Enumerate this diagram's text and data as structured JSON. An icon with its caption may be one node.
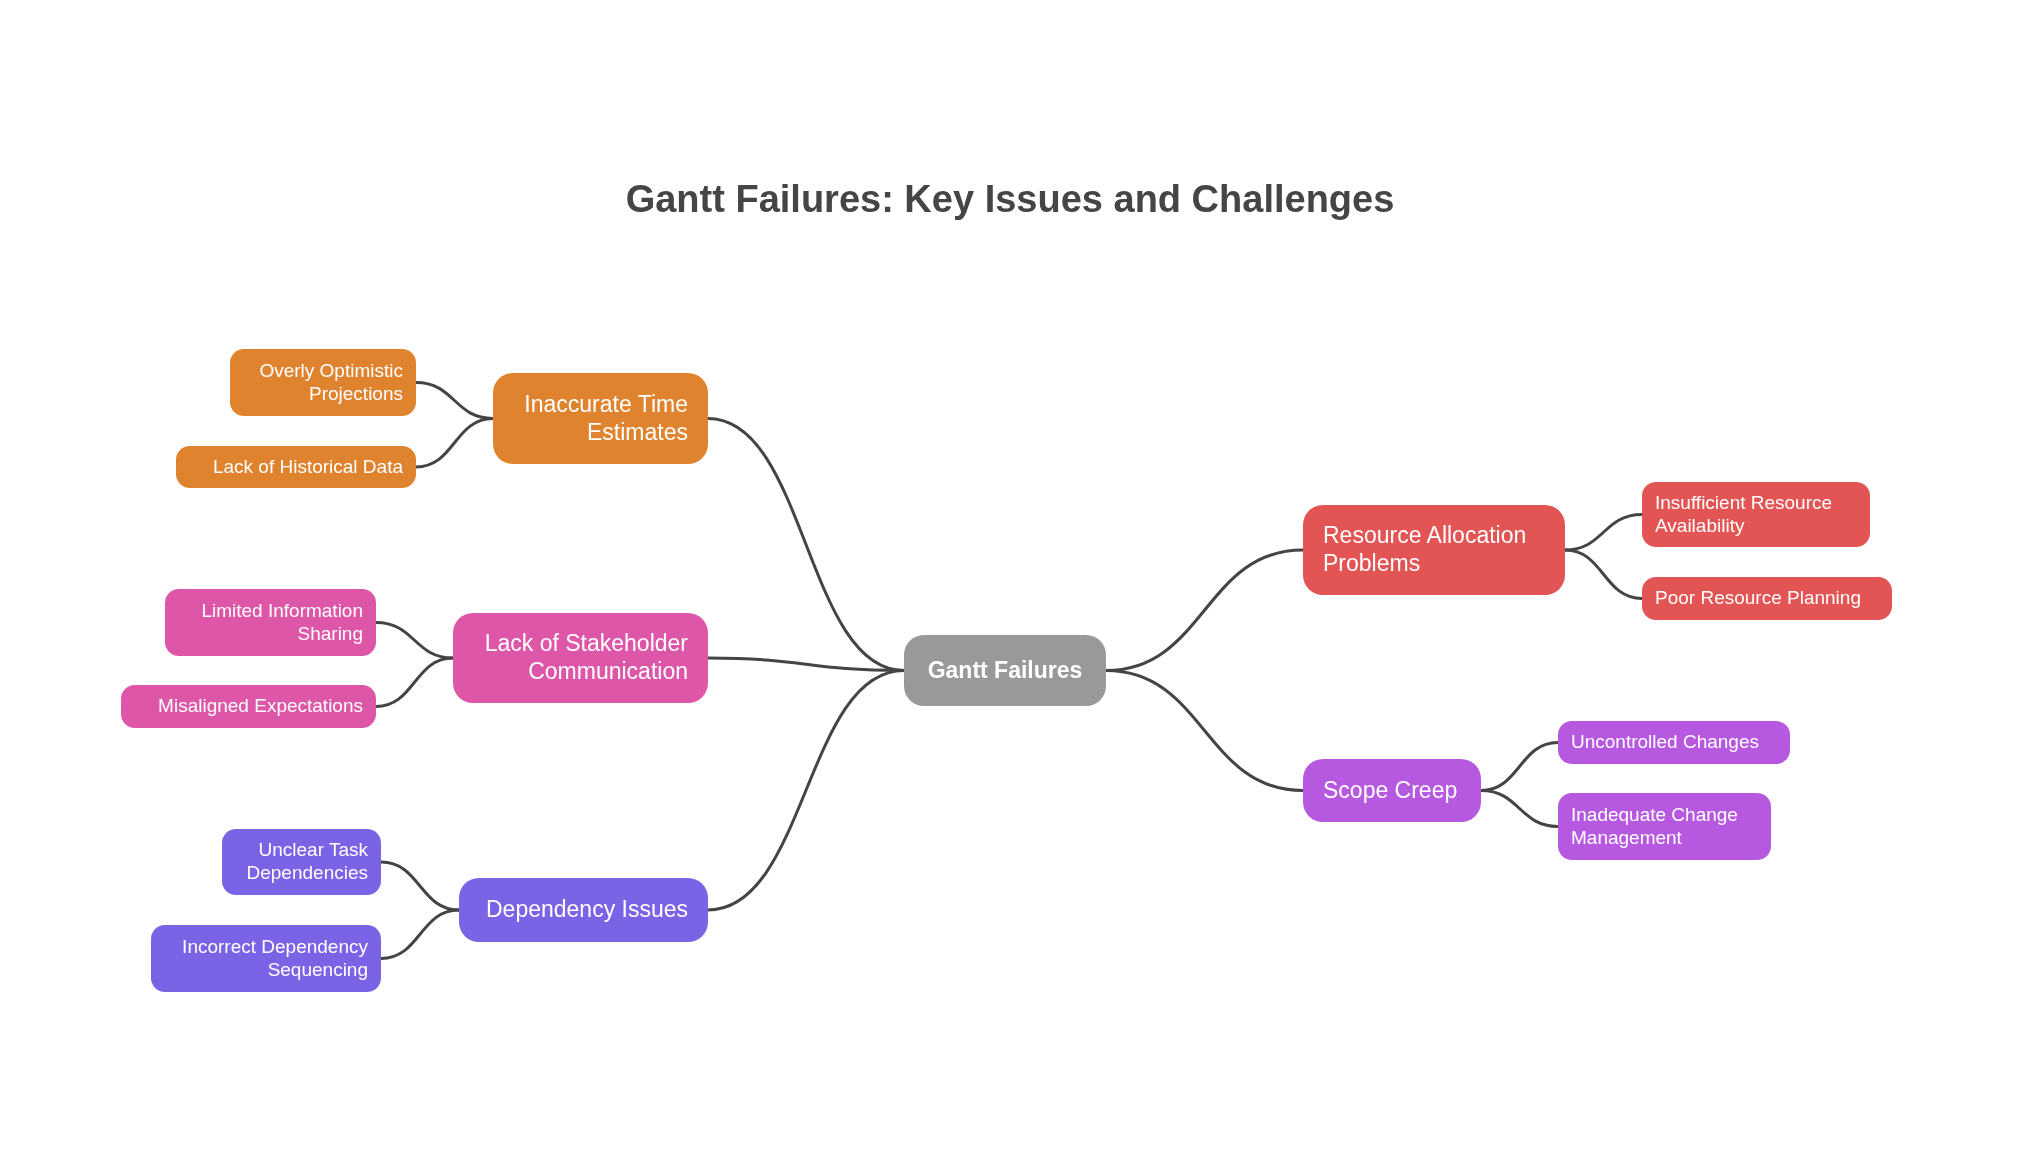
{
  "diagram": {
    "title": "Gantt Failures: Key Issues and Challenges",
    "nodes": [
      {
        "text": [
          "Gantt Failures"
        ]
      },
      {
        "text": [
          "Inaccurate Time Estimates"
        ]
      },
      {
        "text": [
          "Overly Optimistic Projections"
        ]
      },
      {
        "text": [
          "Lack of Historical Data"
        ]
      },
      {
        "text": [
          "Lack of Stakeholder Communication"
        ]
      },
      {
        "text": [
          "Limited Information Sharing"
        ]
      },
      {
        "text": [
          "Misaligned Expectations"
        ]
      },
      {
        "text": [
          "Dependency Issues"
        ]
      },
      {
        "text": [
          "Unclear Task Dependencies"
        ]
      },
      {
        "text": [
          "Incorrect Dependency Sequencing"
        ]
      },
      {
        "text": [
          "Resource Allocation Problems"
        ]
      },
      {
        "text": [
          "Insufficient Resource Availability"
        ]
      },
      {
        "text": [
          "Poor Resource Planning"
        ]
      },
      {
        "text": [
          "Scope Creep"
        ]
      },
      {
        "text": [
          "Uncontrolled Changes"
        ]
      },
      {
        "text": [
          "Inadequate Change Management"
        ]
      }
    ],
    "edges": [
      {
        "from": 0,
        "to": 1,
        "arrow": "none"
      },
      {
        "from": 1,
        "to": 2,
        "arrow": "none"
      },
      {
        "from": 1,
        "to": 3,
        "arrow": "none"
      },
      {
        "from": 0,
        "to": 4,
        "arrow": "none"
      },
      {
        "from": 4,
        "to": 5,
        "arrow": "none"
      },
      {
        "from": 4,
        "to": 6,
        "arrow": "none"
      },
      {
        "from": 0,
        "to": 7,
        "arrow": "none"
      },
      {
        "from": 7,
        "to": 8,
        "arrow": "none"
      },
      {
        "from": 7,
        "to": 9,
        "arrow": "none"
      },
      {
        "from": 0,
        "to": 10,
        "arrow": "none"
      },
      {
        "from": 10,
        "to": 11,
        "arrow": "none"
      },
      {
        "from": 10,
        "to": 12,
        "arrow": "none"
      },
      {
        "from": 0,
        "to": 13,
        "arrow": "none"
      },
      {
        "from": 13,
        "to": 14,
        "arrow": "none"
      },
      {
        "from": 13,
        "to": 15,
        "arrow": "none"
      }
    ]
  }
}
